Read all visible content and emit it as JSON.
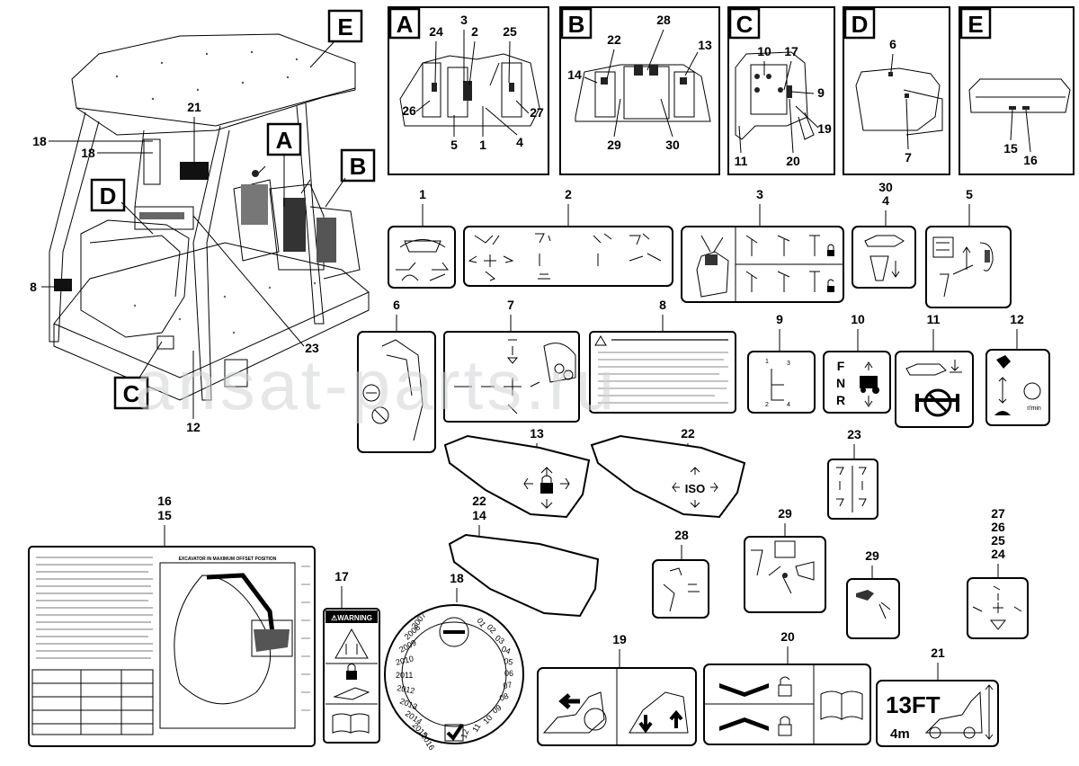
{
  "views": [
    {
      "letter": "A",
      "callouts": [
        "24",
        "3",
        "2",
        "25",
        "26",
        "5",
        "1",
        "4",
        "27"
      ]
    },
    {
      "letter": "B",
      "callouts": [
        "22",
        "28",
        "13",
        "14",
        "29",
        "30"
      ]
    },
    {
      "letter": "C",
      "callouts": [
        "10",
        "17",
        "9",
        "11",
        "20",
        "19"
      ]
    },
    {
      "letter": "D",
      "callouts": [
        "6",
        "7"
      ]
    },
    {
      "letter": "E",
      "callouts": [
        "15",
        "16"
      ]
    }
  ],
  "cab_callouts": {
    "roof_letter": "E",
    "a_letter": "A",
    "b_letter": "B",
    "c_letter": "C",
    "d_letter": "D",
    "n21": "21",
    "n18a": "18",
    "n18b": "18",
    "n8": "8",
    "n23": "23",
    "n12": "12"
  },
  "decal_numbers": {
    "n1": "1",
    "n2": "2",
    "n3": "3",
    "n30": "30",
    "n4": "4",
    "n5": "5",
    "n6": "6",
    "n7": "7",
    "n8": "8",
    "n9": "9",
    "n10": "10",
    "n11": "11",
    "n12": "12",
    "n13": "13",
    "n22": "22",
    "n23": "23",
    "n16": "16",
    "n15": "15",
    "n22b": "22",
    "n14": "14",
    "n17": "17",
    "n18": "18",
    "n28": "28",
    "n29a": "29",
    "n29b": "29",
    "n27": "27",
    "n26": "26",
    "n25": "25",
    "n24": "24",
    "n19": "19",
    "n20": "20",
    "n21": "21"
  },
  "decal_text": {
    "fnr_f": "F",
    "fnr_n": "N",
    "fnr_r": "R",
    "rpm_label": "r/min",
    "iso_label": "ISO",
    "warning_label": "⚠WARNING",
    "offset_title": "EXCAVATOR IN MAXIMUM OFFSET POSITION",
    "height_ft": "13FT",
    "height_m": "4m",
    "pattern_1": "1",
    "pattern_2": "2",
    "pattern_3": "3",
    "pattern_4": "4",
    "dial_years": [
      "2007",
      "2008",
      "2009",
      "2010",
      "2011",
      "2012",
      "2013",
      "2014",
      "2015",
      "2016"
    ],
    "dial_months": [
      "01",
      "02",
      "03",
      "04",
      "05",
      "06",
      "07",
      "08",
      "09",
      "10",
      "11",
      "12"
    ]
  },
  "watermark": "ansat-parts.ru",
  "icons": [
    "warning-triangle-icon",
    "lock-icon",
    "unlock-icon",
    "book-icon",
    "checkmark-icon",
    "tractor-icon",
    "turtle-icon",
    "rabbit-icon",
    "joystick-icon"
  ]
}
